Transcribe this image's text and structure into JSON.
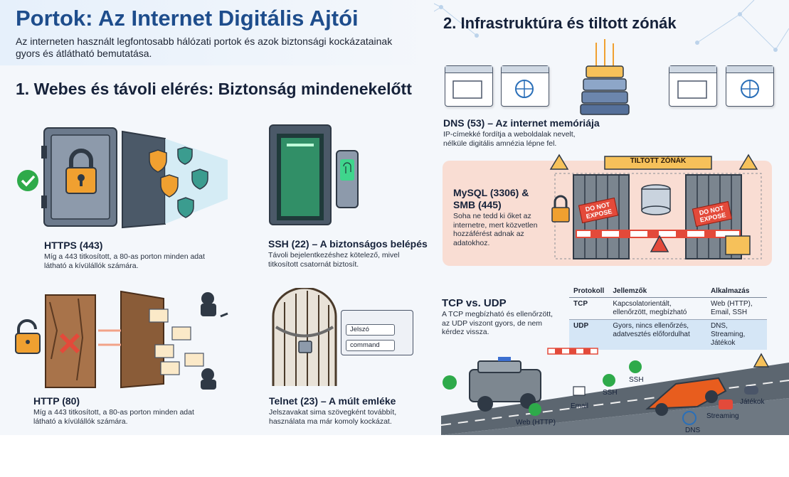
{
  "header": {
    "title": "Portok: Az Internet Digitális Ajtói",
    "intro": "Az interneten használt legfontosabb hálózati portok és azok biztonsági kockázatainak gyors és átlátható bemutatása."
  },
  "section1": {
    "title": "1. Webes és távoli elérés: Biztonság mindenekelőtt",
    "https": {
      "title": "HTTPS (443)",
      "desc": "Míg a 443 titkosított, a 80-as porton minden adat látható a kívülállók számára."
    },
    "ssh": {
      "title": "SSH (22) – A biztonságos belépés",
      "desc": "Távoli bejelentkezéshez kötelező, mivel titkosított csatornát biztosít."
    },
    "http": {
      "title": "HTTP (80)",
      "desc": "Míg a 443 titkosított, a 80-as porton minden adat látható a kívülállók számára."
    },
    "telnet": {
      "title": "Telnet (23) – A múlt emléke",
      "desc": "Jelszavakat sima szövegként továbbít, használata ma már komoly kockázat.",
      "field_password": "Jelszó",
      "field_command": "command"
    }
  },
  "section2": {
    "title": "2. Infrastruktúra és tiltott zónák",
    "dns": {
      "title": "DNS (53) – Az internet memóriája",
      "desc": "IP-címekké fordítja a weboldalak nevelt, nélküle digitális amnézia lépne fel."
    },
    "forbidden": {
      "banner": "TILTOTT ZÓNÁK",
      "title": "MySQL (3306) & SMB (445)",
      "desc": "Soha ne tedd ki őket az internetre, mert közvetlen hozzáférést adnak az adatokhoz.",
      "sign": "DO NOT EXPOSE"
    },
    "tcpudp": {
      "title": "TCP vs. UDP",
      "desc": "A TCP megbízható és ellenőrzött, az UDP viszont gyors, de nem kérdez vissza.",
      "headers": [
        "Protokoll",
        "Jellemzők",
        "Alkalmazás"
      ],
      "rows": [
        [
          "TCP",
          "Kapcsolatorientált, ellenőrzött, megbízható",
          "Web (HTTP), Email, SSH"
        ],
        [
          "UDP",
          "Gyors, nincs ellenőrzés, adatvesztés előfordulhat",
          "DNS, Streaming, Játékok"
        ]
      ],
      "road_labels": {
        "web": "Web (HTTP)",
        "email": "Email",
        "ssh1": "SSH",
        "ssh2": "SSH",
        "streaming": "Streaming",
        "dns": "DNS",
        "games": "Játékok"
      }
    }
  },
  "colors": {
    "title_blue": "#1e4d8c",
    "danger_red": "#e34a3a",
    "safe_green": "#2eaa4a",
    "zone_pink": "#f9ddd3",
    "shield_orange": "#f0a030",
    "shield_teal": "#3b9c8f"
  }
}
